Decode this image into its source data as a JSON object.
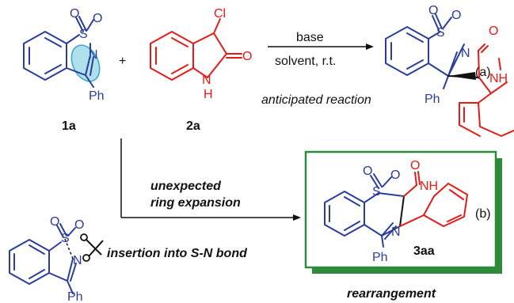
{
  "reactants": {
    "compound_1": {
      "label": "1a",
      "sub": "Ph",
      "n": "N",
      "s": "S",
      "o": "O"
    },
    "compound_2": {
      "label": "2a",
      "cl": "Cl",
      "nh": "N",
      "h": "H",
      "o": "O"
    }
  },
  "reaction_a": {
    "plus": "+",
    "reagent": "base",
    "conditions": "solvent, r.t.",
    "caption": "anticipated reaction",
    "tag": "(a)",
    "product": {
      "s": "S",
      "o": "O",
      "n": "N",
      "ph": "Ph",
      "nh": "NH"
    }
  },
  "reaction_b": {
    "caption_line1": "unexpected",
    "caption_line2": "ring expansion",
    "insertion": "insertion into S-N bond",
    "tag": "(b)",
    "start": {
      "s": "S",
      "o": "O",
      "n": "N",
      "ph": "Ph"
    },
    "product": {
      "label": "3aa",
      "s": "S",
      "o": "O",
      "n": "N",
      "ph": "Ph",
      "nh": "NH"
    },
    "box_caption": "rearrangement",
    "box_color": "#2e8b3e"
  },
  "colors": {
    "blue": "#2a3d9c",
    "red": "#e41b17",
    "green": "#2e8b3e",
    "highlight": "#6fc6dc"
  }
}
